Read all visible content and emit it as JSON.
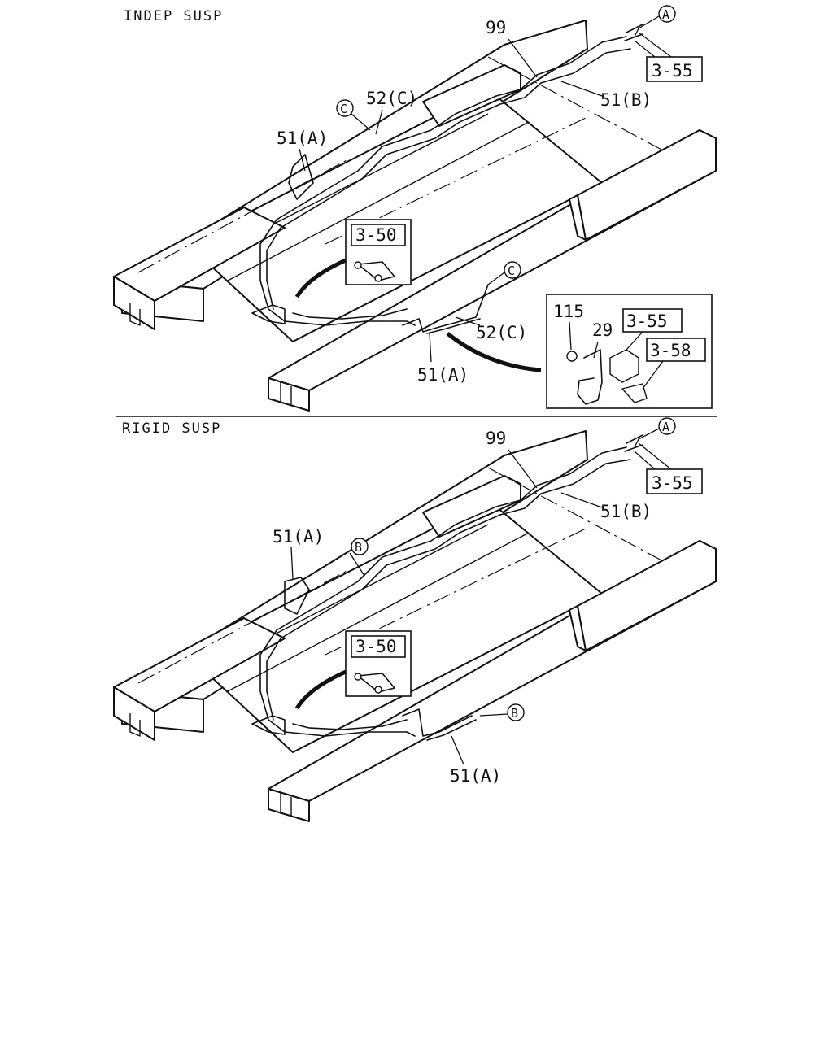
{
  "sections": [
    {
      "title": "INDEP SUSP",
      "labels": {
        "p99": "99",
        "p52c_top": "52(C)",
        "p51a_top": "51(A)",
        "p51b": "51(B)",
        "ref_355": "3-55",
        "ref_350": "3-50",
        "p52c_bottom": "52(C)",
        "p51a_bottom": "51(A)",
        "circle_a": "A",
        "circle_c_top": "C",
        "circle_c_right": "C"
      },
      "detail": {
        "p115": "115",
        "p29": "29",
        "ref_355": "3-55",
        "ref_358": "3-58"
      }
    },
    {
      "title": "RIGID SUSP",
      "labels": {
        "p99": "99",
        "p51a_top": "51(A)",
        "p51b": "51(B)",
        "ref_355": "3-55",
        "ref_350": "3-50",
        "p51a_bottom": "51(A)",
        "circle_a": "A",
        "circle_b_top": "B",
        "circle_b_right": "B"
      }
    }
  ]
}
